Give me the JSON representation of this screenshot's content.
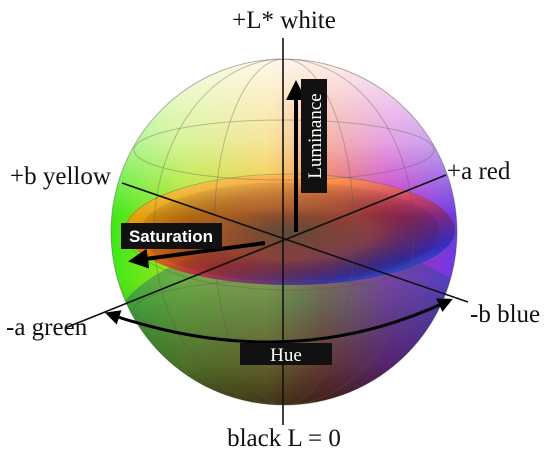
{
  "axis_labels": {
    "top": "+L* white",
    "bottom": "black L = 0",
    "pos_a": "+a red",
    "neg_a": "-a green",
    "pos_b": "+b yellow",
    "neg_b": "-b blue"
  },
  "callouts": {
    "luminance": "Luminance",
    "saturation": "Saturation",
    "hue": "Hue"
  },
  "colors": {
    "red": "#e8262a",
    "orange": "#ff6a00",
    "yellow": "#f5e400",
    "green": "#1fd41a",
    "cyan": "#12a7a0",
    "blue": "#1a2bd8",
    "magenta": "#b52ee0",
    "white": "#ffffff",
    "black": "#000000",
    "label_box": "#111111"
  }
}
